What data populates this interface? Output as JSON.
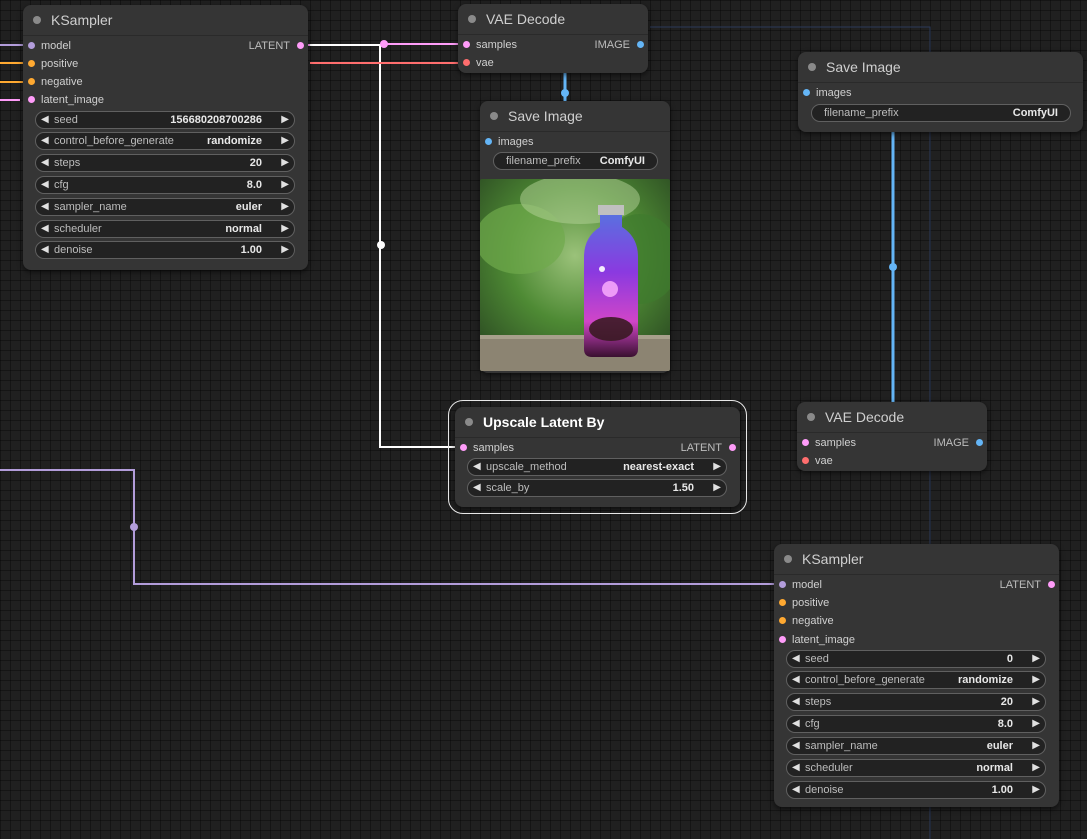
{
  "colors": {
    "model": "#b39ddb",
    "conditioning": "#ffa931",
    "latent": "#ff9cf9",
    "vae": "#ff6e6e",
    "image": "#64b5f6",
    "wire_white": "#ffffff"
  },
  "ksampler_top": {
    "title": "KSampler",
    "inputs": [
      "model",
      "positive",
      "negative",
      "latent_image"
    ],
    "output": "LATENT",
    "widgets": [
      {
        "label": "seed",
        "value": "156680208700286"
      },
      {
        "label": "control_before_generate",
        "value": "randomize"
      },
      {
        "label": "steps",
        "value": "20"
      },
      {
        "label": "cfg",
        "value": "8.0"
      },
      {
        "label": "sampler_name",
        "value": "euler"
      },
      {
        "label": "scheduler",
        "value": "normal"
      },
      {
        "label": "denoise",
        "value": "1.00"
      }
    ]
  },
  "vae_decode_top": {
    "title": "VAE Decode",
    "inputs": [
      "samples",
      "vae"
    ],
    "output": "IMAGE"
  },
  "save_image_middle": {
    "title": "Save Image",
    "input": "images",
    "widget": {
      "label": "filename_prefix",
      "value": "ComfyUI"
    }
  },
  "save_image_right": {
    "title": "Save Image",
    "input": "images",
    "widget": {
      "label": "filename_prefix",
      "value": "ComfyUI"
    }
  },
  "upscale": {
    "title": "Upscale Latent By",
    "input": "samples",
    "output": "LATENT",
    "widgets": [
      {
        "label": "upscale_method",
        "value": "nearest-exact"
      },
      {
        "label": "scale_by",
        "value": "1.50"
      }
    ]
  },
  "vae_decode_right": {
    "title": "VAE Decode",
    "inputs": [
      "samples",
      "vae"
    ],
    "output": "IMAGE"
  },
  "ksampler_bottom": {
    "title": "KSampler",
    "inputs": [
      "model",
      "positive",
      "negative",
      "latent_image"
    ],
    "output": "LATENT",
    "widgets": [
      {
        "label": "seed",
        "value": "0"
      },
      {
        "label": "control_before_generate",
        "value": "randomize"
      },
      {
        "label": "steps",
        "value": "20"
      },
      {
        "label": "cfg",
        "value": "8.0"
      },
      {
        "label": "sampler_name",
        "value": "euler"
      },
      {
        "label": "scheduler",
        "value": "normal"
      },
      {
        "label": "denoise",
        "value": "1.00"
      }
    ]
  }
}
